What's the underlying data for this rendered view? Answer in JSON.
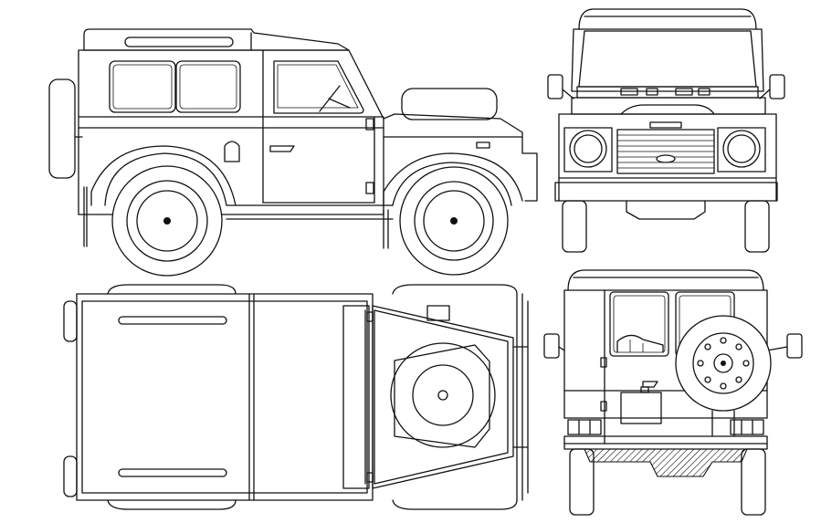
{
  "drawing": {
    "views": [
      "side-view",
      "front-view",
      "top-view",
      "rear-view"
    ],
    "line_color": "#111111",
    "background": "#ffffff"
  }
}
